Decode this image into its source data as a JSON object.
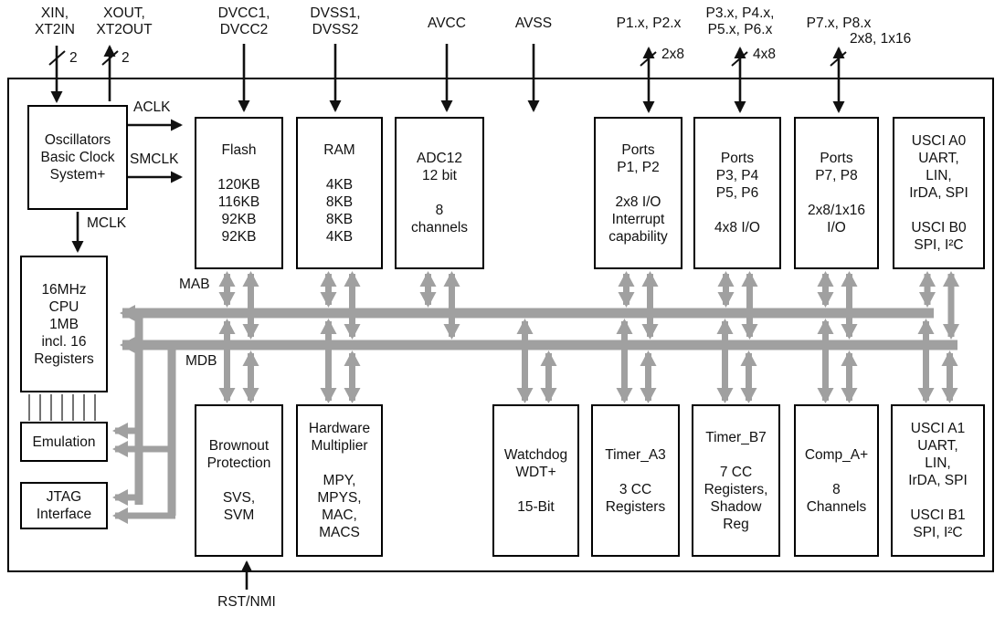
{
  "diagram": {
    "pins": {
      "xin": "XIN,\nXT2IN",
      "xout": "XOUT,\nXT2OUT",
      "dvcc": "DVCC1,\nDVCC2",
      "dvss": "DVSS1,\nDVSS2",
      "avcc": "AVCC",
      "avss": "AVSS",
      "p12": "P1.x, P2.x",
      "p36": "P3.x, P4.x,\nP5.x, P6.x",
      "p78": "P7.x, P8.x",
      "rst": "RST/NMI"
    },
    "bus_widths": {
      "xin": "2",
      "xout": "2",
      "p12": "2x8",
      "p36": "4x8",
      "p78": "2x8, 1x16"
    },
    "clocks": {
      "aclk": "ACLK",
      "smclk": "SMCLK",
      "mclk": "MCLK"
    },
    "buses": {
      "mab": "MAB",
      "mdb": "MDB"
    },
    "blocks": {
      "oscillators": "Oscillators\nBasic Clock\nSystem+",
      "flash": "Flash\n\n120KB\n116KB\n92KB\n92KB",
      "ram": "RAM\n\n4KB\n8KB\n8KB\n4KB",
      "adc12": "ADC12\n12 bit\n\n8\nchannels",
      "ports_p1_p2": "Ports\nP1, P2\n\n2x8 I/O\nInterrupt\ncapability",
      "ports_p3_p6": "Ports\nP3, P4\nP5, P6\n\n4x8 I/O",
      "ports_p7_p8": "Ports\nP7, P8\n\n2x8/1x16\nI/O",
      "usci_a0": "USCI A0\nUART,\nLIN,\nIrDA, SPI\n\nUSCI B0\nSPI, I²C",
      "cpu": "16MHz\nCPU\n1MB\nincl. 16\nRegisters",
      "emulation": "Emulation",
      "jtag": "JTAG\nInterface",
      "brownout": "Brownout\nProtection\n\nSVS,\nSVM",
      "multiplier": "Hardware\nMultiplier\n\nMPY,\nMPYS,\nMAC,\nMACS",
      "watchdog": "Watchdog\nWDT+\n\n15-Bit",
      "timer_a3": "Timer_A3\n\n3 CC\nRegisters",
      "timer_b7": "Timer_B7\n\n7 CC\nRegisters,\nShadow\nReg",
      "comp_a": "Comp_A+\n\n8\nChannels",
      "usci_a1": "USCI A1\nUART,\nLIN,\nIrDA, SPI\n\nUSCI B1\nSPI, I²C"
    },
    "colors": {
      "bus_gray": "#a0a0a0",
      "line_black": "#111111"
    }
  }
}
